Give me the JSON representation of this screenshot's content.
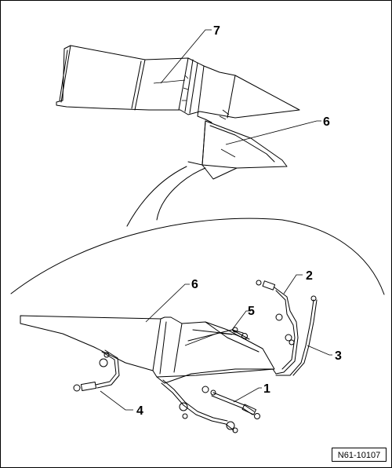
{
  "callouts": [
    {
      "id": "c7",
      "label": "7"
    },
    {
      "id": "c6a",
      "label": "6"
    },
    {
      "id": "c6b",
      "label": "6"
    },
    {
      "id": "c5",
      "label": "5"
    },
    {
      "id": "c2",
      "label": "2"
    },
    {
      "id": "c3",
      "label": "3"
    },
    {
      "id": "c1",
      "label": "1"
    },
    {
      "id": "c4",
      "label": "4"
    }
  ],
  "figure_ref": "N61-10107"
}
